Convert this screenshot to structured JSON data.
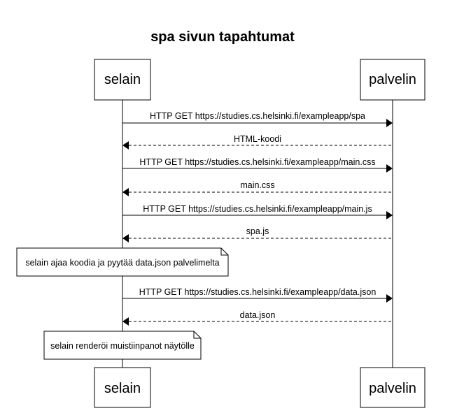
{
  "diagram": {
    "title": "spa sivun tapahtumat",
    "participants": {
      "client": "selain",
      "server": "palvelin"
    },
    "steps": [
      {
        "kind": "message",
        "from": "client",
        "to": "server",
        "style": "solid",
        "label": "HTTP GET https://studies.cs.helsinki.fi/exampleapp/spa"
      },
      {
        "kind": "message",
        "from": "server",
        "to": "client",
        "style": "dashed",
        "label": "HTML-koodi"
      },
      {
        "kind": "message",
        "from": "client",
        "to": "server",
        "style": "solid",
        "label": "HTTP GET https://studies.cs.helsinki.fi/exampleapp/main.css"
      },
      {
        "kind": "message",
        "from": "server",
        "to": "client",
        "style": "dashed",
        "label": "main.css"
      },
      {
        "kind": "message",
        "from": "client",
        "to": "server",
        "style": "solid",
        "label": "HTTP GET https://studies.cs.helsinki.fi/exampleapp/main.js"
      },
      {
        "kind": "message",
        "from": "server",
        "to": "client",
        "style": "dashed",
        "label": "spa.js"
      },
      {
        "kind": "note",
        "over": "client",
        "label": "selain ajaa koodia ja pyytää data.json palvelimelta"
      },
      {
        "kind": "message",
        "from": "client",
        "to": "server",
        "style": "solid",
        "label": "HTTP GET https://studies.cs.helsinki.fi/exampleapp/data.json"
      },
      {
        "kind": "message",
        "from": "server",
        "to": "client",
        "style": "dashed",
        "label": "data.json"
      },
      {
        "kind": "note",
        "over": "client",
        "label": "selain renderöi muistiinpanot näytölle"
      }
    ]
  }
}
